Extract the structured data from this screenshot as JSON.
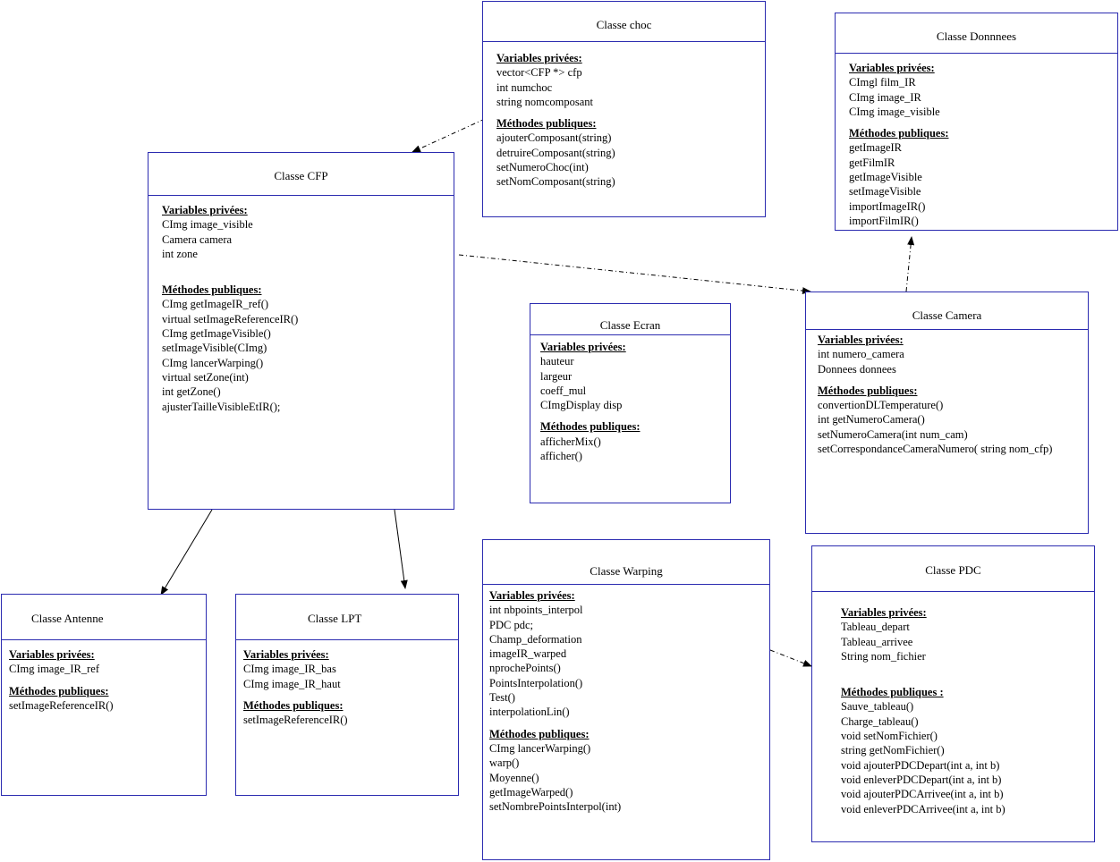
{
  "classes": {
    "choc": {
      "title": "Classe choc",
      "vars_label": "Variables privées:",
      "vars": [
        "vector<CFP  *> cfp",
        "int numchoc",
        "string nomcomposant"
      ],
      "methods_label": "Méthodes publiques:",
      "methods": [
        "ajouterComposant(string)",
        "detruireComposant(string)",
        "setNumeroChoc(int)",
        "setNomComposant(string)"
      ]
    },
    "donnees": {
      "title": "Classe Donnnees",
      "vars_label": "Variables privées:",
      "vars": [
        "CImgl film_IR",
        "CImg image_IR",
        "CImg image_visible"
      ],
      "methods_label": "Méthodes publiques:",
      "methods": [
        "getImageIR",
        "getFilmIR",
        "getImageVisible",
        "setImageVisible",
        "importImageIR()",
        "importFilmIR()"
      ]
    },
    "cfp": {
      "title": "Classe CFP",
      "vars_label": "Variables privées:",
      "vars": [
        "CImg image_visible",
        "Camera camera",
        "int zone"
      ],
      "methods_label": "Méthodes publiques:",
      "methods": [
        "CImg getImageIR_ref()",
        "virtual setImageReferenceIR()",
        "CImg getImageVisible()",
        "setImageVisible(CImg)",
        "CImg lancerWarping()",
        "virtual setZone(int)",
        "int getZone()",
        "ajusterTailleVisibleEtIR();"
      ]
    },
    "ecran": {
      "title": "Classe Ecran",
      "vars_label": "Variables privées:",
      "vars": [
        "hauteur",
        "largeur",
        "coeff_mul",
        "CImgDisplay disp"
      ],
      "methods_label": "Méthodes publiques:",
      "methods": [
        "afficherMix()",
        "afficher()"
      ]
    },
    "camera": {
      "title": "Classe Camera",
      "vars_label": "Variables privées:",
      "vars": [
        "int numero_camera",
        "Donnees donnees"
      ],
      "methods_label": "Méthodes publiques:",
      "methods": [
        "convertionDLTemperature()",
        "int getNumeroCamera()",
        "setNumeroCamera(int num_cam)",
        "setCorrespondanceCameraNumero( string nom_cfp)"
      ]
    },
    "antenne": {
      "title": "Classe Antenne",
      "vars_label": "Variables privées:",
      "vars": [
        "CImg image_IR_ref"
      ],
      "methods_label": "Méthodes publiques:",
      "methods": [
        "setImageReferenceIR()"
      ]
    },
    "lpt": {
      "title": "Classe LPT",
      "vars_label": "Variables privées:",
      "vars": [
        "CImg image_IR_bas",
        "CImg image_IR_haut"
      ],
      "methods_label": "Méthodes publiques:",
      "methods": [
        "setImageReferenceIR()"
      ]
    },
    "warping": {
      "title": "Classe Warping",
      "vars_label": "Variables privées:",
      "vars": [
        "int nbpoints_interpol",
        "PDC pdc;",
        "Champ_deformation",
        "imageIR_warped",
        "nprochePoints()",
        "PointsInterpolation()",
        "Test()",
        "interpolationLin()"
      ],
      "methods_label": "Méthodes publiques:",
      "methods": [
        "CImg lancerWarping()",
        "warp()",
        "Moyenne()",
        "getImageWarped()",
        "setNombrePointsInterpol(int)"
      ]
    },
    "pdc": {
      "title": "Classe PDC",
      "vars_label": "Variables privées:",
      "vars": [
        "Tableau_depart",
        "Tableau_arrivee",
        "String nom_fichier"
      ],
      "methods_label": "Méthodes publiques :",
      "methods": [
        "Sauve_tableau()",
        "Charge_tableau()",
        "void setNomFichier()",
        "string getNomFichier()",
        "void ajouterPDCDepart(int a, int b)",
        "void enleverPDCDepart(int a, int b)",
        "void ajouterPDCArrivee(int a, int b)",
        "void enleverPDCArrivee(int a, int b)"
      ]
    }
  }
}
